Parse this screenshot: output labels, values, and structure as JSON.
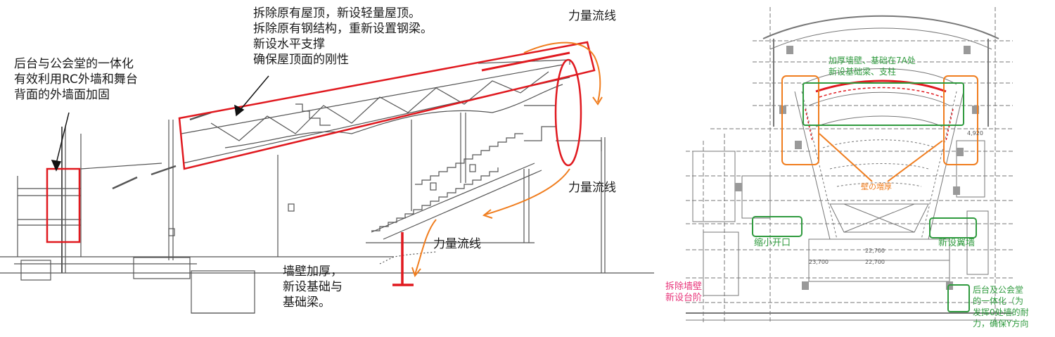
{
  "section_view": {
    "backstage_note": [
      "后台与公会堂的一体化",
      "有效利用RC外墙和舞台",
      "背面的外墙面加固"
    ],
    "roof_note": [
      "拆除原有屋顶，新设轻量屋顶。",
      "拆除原有钢结构，重新设置钢梁。",
      "新设水平支撑",
      "确保屋顶面的刚性"
    ],
    "force_flow_1": "力量流线",
    "force_flow_2": "力量流线",
    "force_flow_3": "力量流线",
    "wall_note": [
      "墙壁加厚，",
      "新设基础与",
      "基础梁。"
    ]
  },
  "plan_view": {
    "top_note": [
      "加厚墙壁、基础在7A处",
      "新设基础梁、支柱"
    ],
    "center_note": "壁の増厚",
    "shrink_opening": "缩小开口",
    "new_wing_wall": "新设翼墙",
    "demolish_note": [
      "拆除墙壁",
      "新设台阶"
    ],
    "backstage_note": [
      "后台及公会堂",
      "的一体化（为",
      "发挥0处墙的耐",
      "力，确保Y方向"
    ],
    "dimensions": [
      "22,700",
      "22,700",
      "23,700",
      "4,920"
    ]
  },
  "colors": {
    "red": "#e0191f",
    "orange": "#f07d1e",
    "green": "#2f9a3e",
    "pink": "#e8357a",
    "line": "#444444"
  }
}
